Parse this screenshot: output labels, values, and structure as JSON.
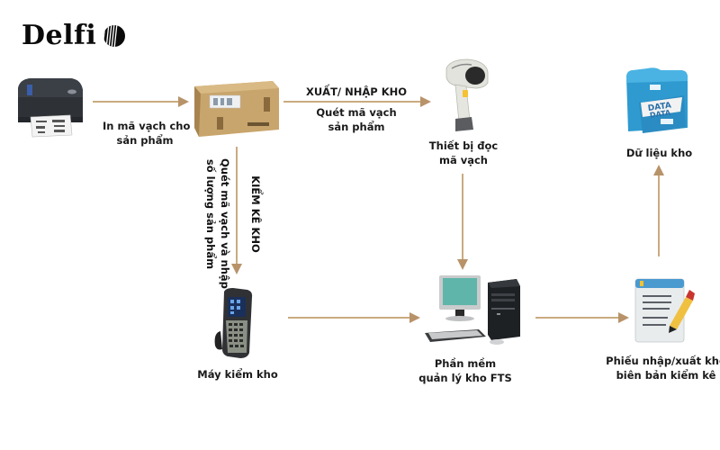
{
  "brand": {
    "name": "Delfi"
  },
  "colors": {
    "arrow": "#c4a57a",
    "text": "#1a1a1a"
  },
  "nodes": {
    "printer": {
      "icon": "label-printer-icon"
    },
    "box": {
      "icon": "cardboard-box-icon"
    },
    "scanner": {
      "icon": "barcode-scanner-icon",
      "label_line1": "Thiết bị đọc",
      "label_line2": "mã vạch"
    },
    "data": {
      "icon": "data-cabinet-icon",
      "label": "Dữ liệu kho"
    },
    "handheld": {
      "icon": "handheld-terminal-icon",
      "label": "Máy kiểm kho"
    },
    "computer": {
      "icon": "desktop-computer-icon",
      "label_line1": "Phần mềm",
      "label_line2": "quản lý kho FTS"
    },
    "document": {
      "icon": "document-edit-icon",
      "label_line1": "Phiếu nhập/xuất kho",
      "label_line2": "biên bản kiểm kê"
    }
  },
  "edges": {
    "print": {
      "line1": "In mã vạch cho",
      "line2": "sản phẩm"
    },
    "export_import": {
      "title": "XUẤT/ NHẬP KHO",
      "line1": "Quét mã vạch",
      "line2": "sản phẩm"
    },
    "inventory": {
      "title": "KIỂM KÊ KHO",
      "line1": "Quét mã vạch và nhập",
      "line2": "số lượng sản phẩm"
    }
  }
}
